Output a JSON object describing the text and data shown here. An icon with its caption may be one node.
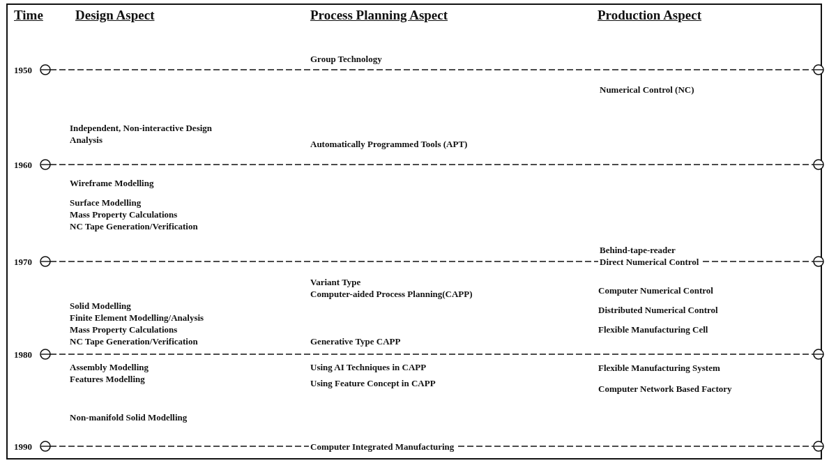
{
  "diagram": {
    "labels": [
      "Time",
      "Design Aspect",
      "Process Planning Aspect",
      "Production Aspect",
      "Group Technology",
      "1950",
      "Numerical Control (NC)",
      "Independent, Non-interactive Design Analysis",
      "Automatically Programmed Tools (APT)",
      "1960",
      "Wireframe Modelling",
      "Surface Modelling",
      "Mass Property Calculations",
      "NC Tape Generation/Verification",
      "Behind-tape-reader",
      "1970",
      "Direct Numerical Control",
      "Variant Type",
      "Computer-aided Process Planning(CAPP)",
      "Computer Numerical Control",
      "Solid Modelling",
      "Distributed Numerical Control",
      "Finite Element Modelling/Analysis",
      "Mass Property Calculations",
      "Flexible Manufacturing Cell",
      "NC Tape Generation/Verification",
      "Generative Type CAPP",
      "1980",
      "Assembly Modelling",
      "Using AI Techniques in CAPP",
      "Flexible Manufacturing System",
      "Features Modelling",
      "Using Feature Concept in CAPP",
      "Computer Network Based Factory",
      "Non-manifold Solid Modelling",
      "1990",
      "Computer Integrated Manufacturing"
    ]
  }
}
